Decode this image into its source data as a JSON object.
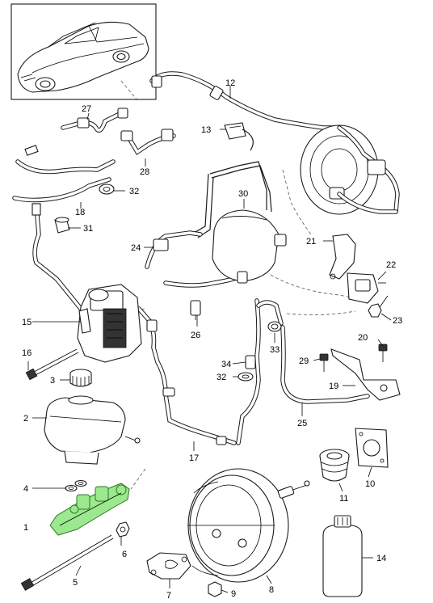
{
  "diagram": {
    "labels": [
      "1",
      "2",
      "3",
      "4",
      "5",
      "6",
      "7",
      "8",
      "9",
      "10",
      "11",
      "12",
      "13",
      "14",
      "15",
      "16",
      "17",
      "18",
      "19",
      "20",
      "21",
      "22",
      "23",
      "24",
      "25",
      "26",
      "27",
      "28",
      "29",
      "30",
      "31",
      "32",
      "32",
      "33",
      "34"
    ],
    "highlight_color": "#9be88f",
    "line_color": "#1a1a1a"
  }
}
